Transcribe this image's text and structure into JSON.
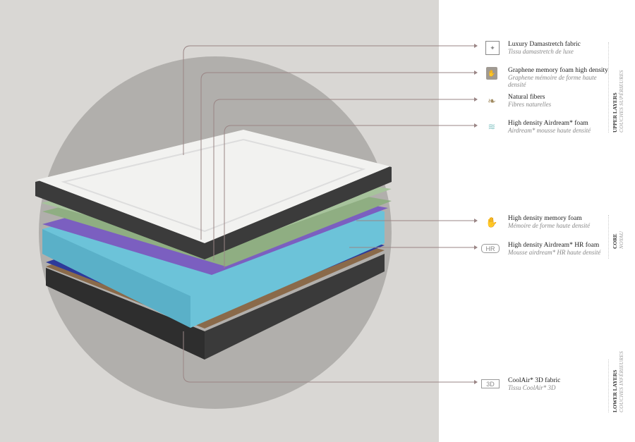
{
  "features": [
    {
      "icon": "damask-fabric-icon",
      "title": "Luxury Damastretch fabric",
      "subtitle": "Tissu damastretch de luxe"
    },
    {
      "icon": "hand-memory-foam-icon",
      "title": "Graphene memory foam high density",
      "subtitle": "Graphene mémoire de forme haute densité"
    },
    {
      "icon": "leaf-icon",
      "title": "Natural fibers",
      "subtitle": "Fibres naturelles"
    },
    {
      "icon": "airdream-foam-icon",
      "title": "High density Airdream* foam",
      "subtitle": "Airdream* mousse haute densité"
    },
    {
      "icon": "hand-print-icon",
      "title": "High density memory foam",
      "subtitle": "Mémoire de forme haute densité"
    },
    {
      "icon": "hr-badge-icon",
      "badge": "HR",
      "title": "High density Airdream* HR foam",
      "subtitle": "Mousse airdream* HR haute densité"
    },
    {
      "icon": "3d-badge-icon",
      "badge": "3D",
      "title": "CoolAir* 3D fabric",
      "subtitle": "Tissu CoolAir* 3D"
    }
  ],
  "groups": [
    {
      "title": "UPPER LAYERS",
      "subtitle": "COUCHES SUPÉRIEURES"
    },
    {
      "title": "CORE",
      "subtitle": "NOYAU"
    },
    {
      "title": "LOWER LAYERS",
      "subtitle": "COUCHES INFÉRIEURES"
    }
  ],
  "colors": {
    "background": "#d9d7d4",
    "circle": "#b1afac",
    "leader": "#9a8585",
    "core_foam": "#6cc3d9"
  }
}
